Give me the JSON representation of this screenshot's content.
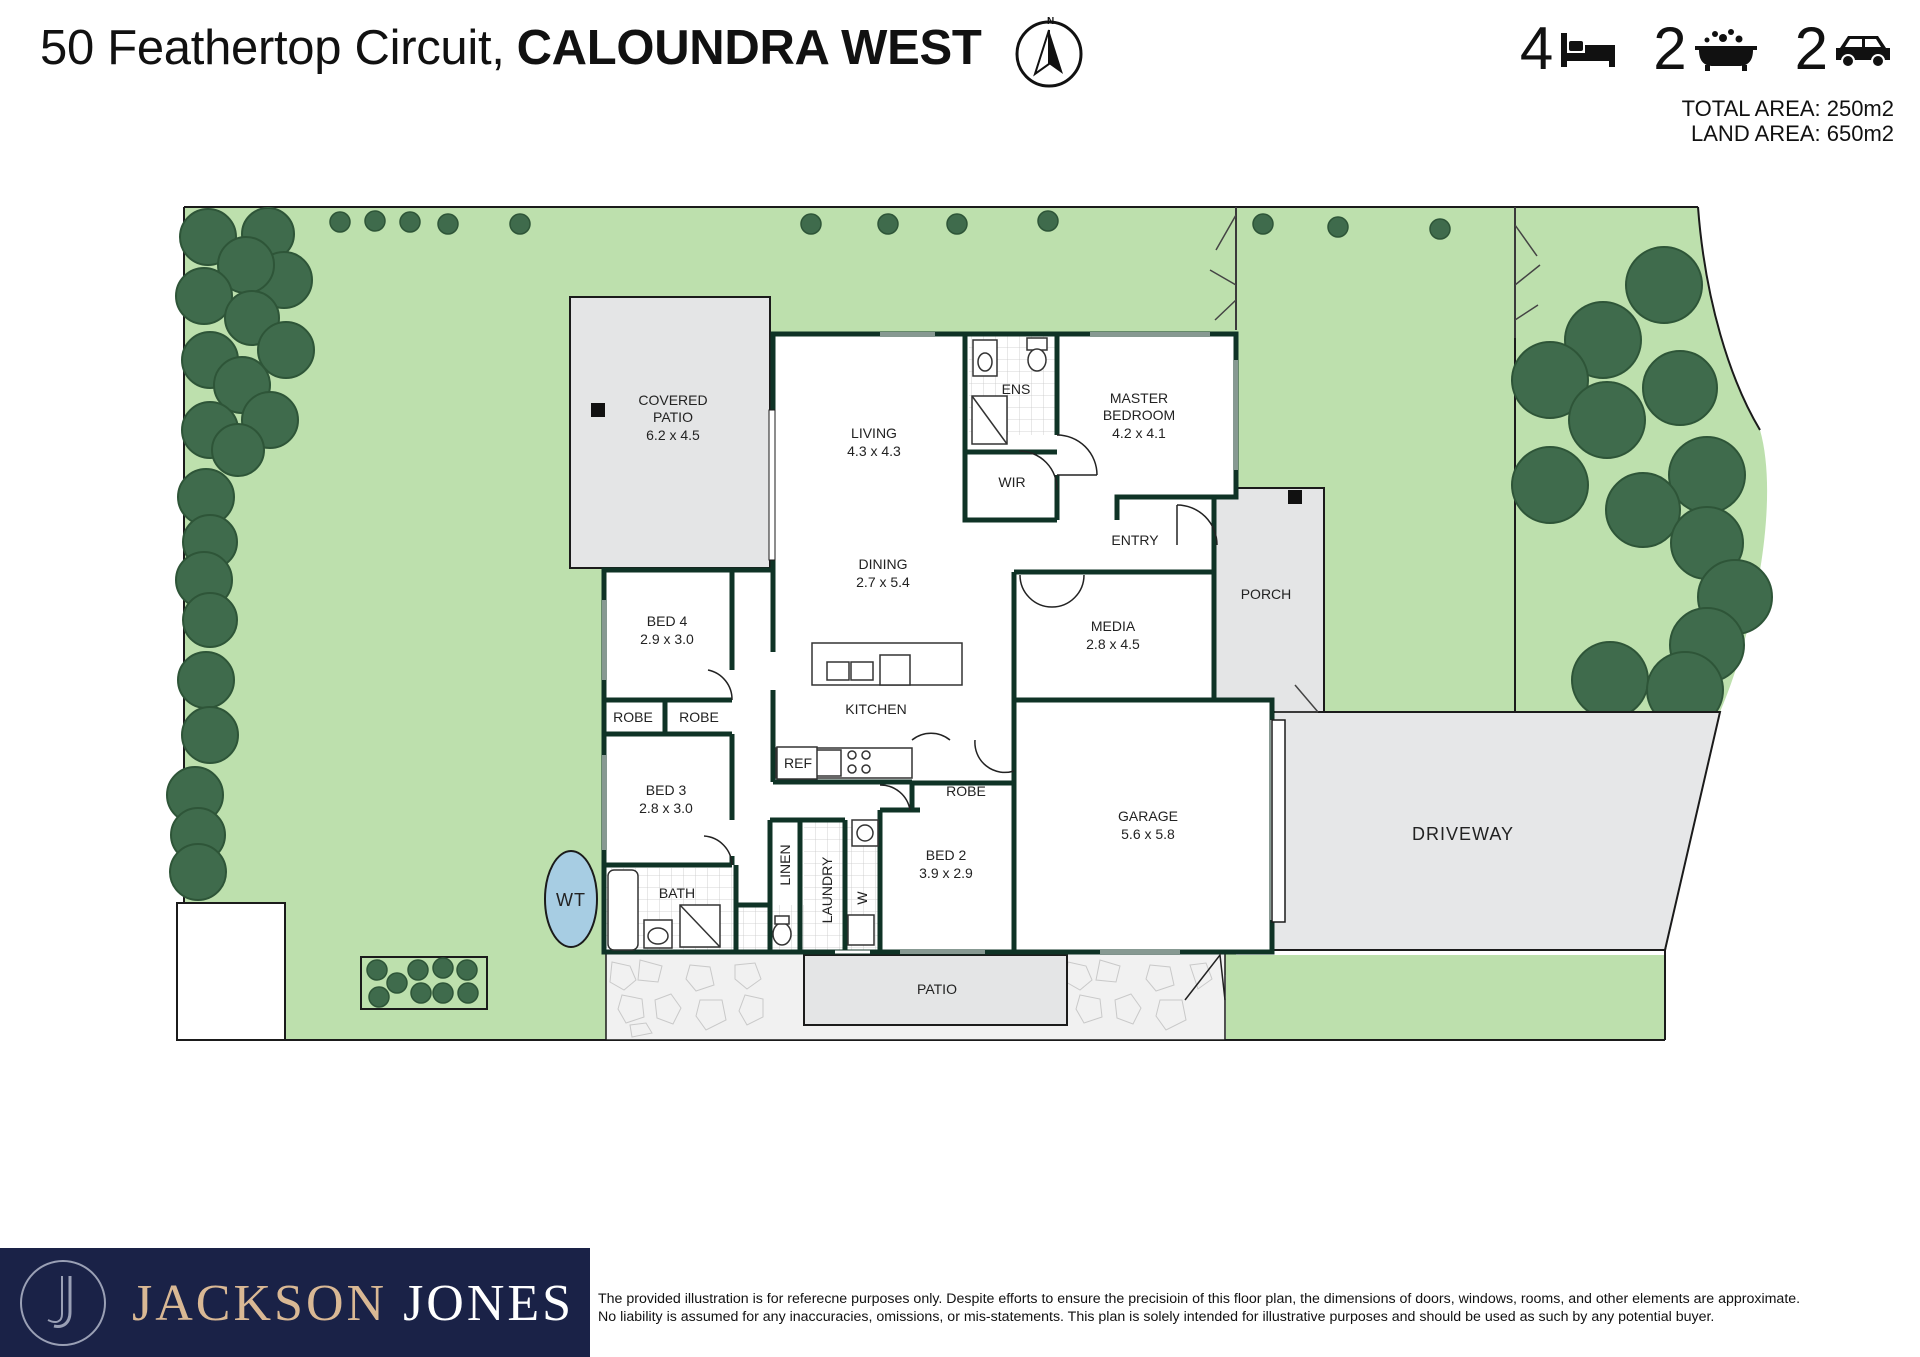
{
  "header": {
    "address_street": "50 Feathertop Circuit,",
    "address_suburb": "CALOUNDRA WEST",
    "compass_label": "N",
    "compass_icon": "north-arrow-icon",
    "stats": {
      "bedrooms": "4",
      "bathrooms": "2",
      "cars": "2",
      "bed_icon": "bed-icon",
      "bath_icon": "bathtub-icon",
      "car_icon": "car-icon"
    },
    "total_area": "TOTAL AREA: 250m2",
    "land_area": "LAND AREA: 650m2"
  },
  "rooms": {
    "covered_patio": {
      "name_1": "COVERED",
      "name_2": "PATIO",
      "size": "6.2 x 4.5"
    },
    "living": {
      "name": "LIVING",
      "size": "4.3 x 4.3"
    },
    "ens": {
      "name": "ENS"
    },
    "master_bedroom": {
      "name_1": "MASTER",
      "name_2": "BEDROOM",
      "size": "4.2 x 4.1"
    },
    "wir": {
      "name": "WIR"
    },
    "entry": {
      "name": "ENTRY"
    },
    "porch": {
      "name": "PORCH"
    },
    "dining": {
      "name": "DINING",
      "size": "2.7 x 5.4"
    },
    "bed4": {
      "name": "BED 4",
      "size": "2.9 x 3.0"
    },
    "robe_a": {
      "name": "ROBE"
    },
    "robe_b": {
      "name": "ROBE"
    },
    "media": {
      "name": "MEDIA",
      "size": "2.8 x 4.5"
    },
    "kitchen": {
      "name": "KITCHEN"
    },
    "ref": {
      "name": "REF"
    },
    "robe_c": {
      "name": "ROBE"
    },
    "bed3": {
      "name": "BED 3",
      "size": "2.8 x 3.0"
    },
    "garage": {
      "name": "GARAGE",
      "size": "5.6 x 5.8"
    },
    "linen": {
      "name": "LINEN"
    },
    "laundry": {
      "name": "LAUNDRY"
    },
    "w": {
      "name": "W"
    },
    "bed2": {
      "name": "BED 2",
      "size": "3.9 x 2.9"
    },
    "bath": {
      "name": "BATH"
    },
    "wt": {
      "name": "WT"
    },
    "driveway": {
      "name": "DRIVEWAY"
    },
    "patio": {
      "name": "PATIO"
    }
  },
  "colors": {
    "lawn": "#bde0ad",
    "wall": "#0f3326",
    "tree": "#3f6b4c",
    "tree_edge": "#2e5538",
    "paving": "#e6e7e8",
    "covered": "#e4e5e6",
    "tank": "#a7cde3",
    "brand_bg": "#1a2247",
    "brand_gold": "#d9b894"
  },
  "footer": {
    "brand_first": "JACKSON",
    "brand_second": "JONES",
    "brand_icon": "jackson-jones-monogram-icon",
    "disclaimer_line1": "The provided illustration is for referecne purposes only. Despite efforts to ensure the precisioin of this floor plan, the dimensions of doors, windows, rooms, and other elements are approximate.",
    "disclaimer_line2": "No liability is assumed for any inaccuracies, omissions, or mis-statements. This plan is solely intended for illustrative purposes and should be used as such by any potential buyer."
  }
}
